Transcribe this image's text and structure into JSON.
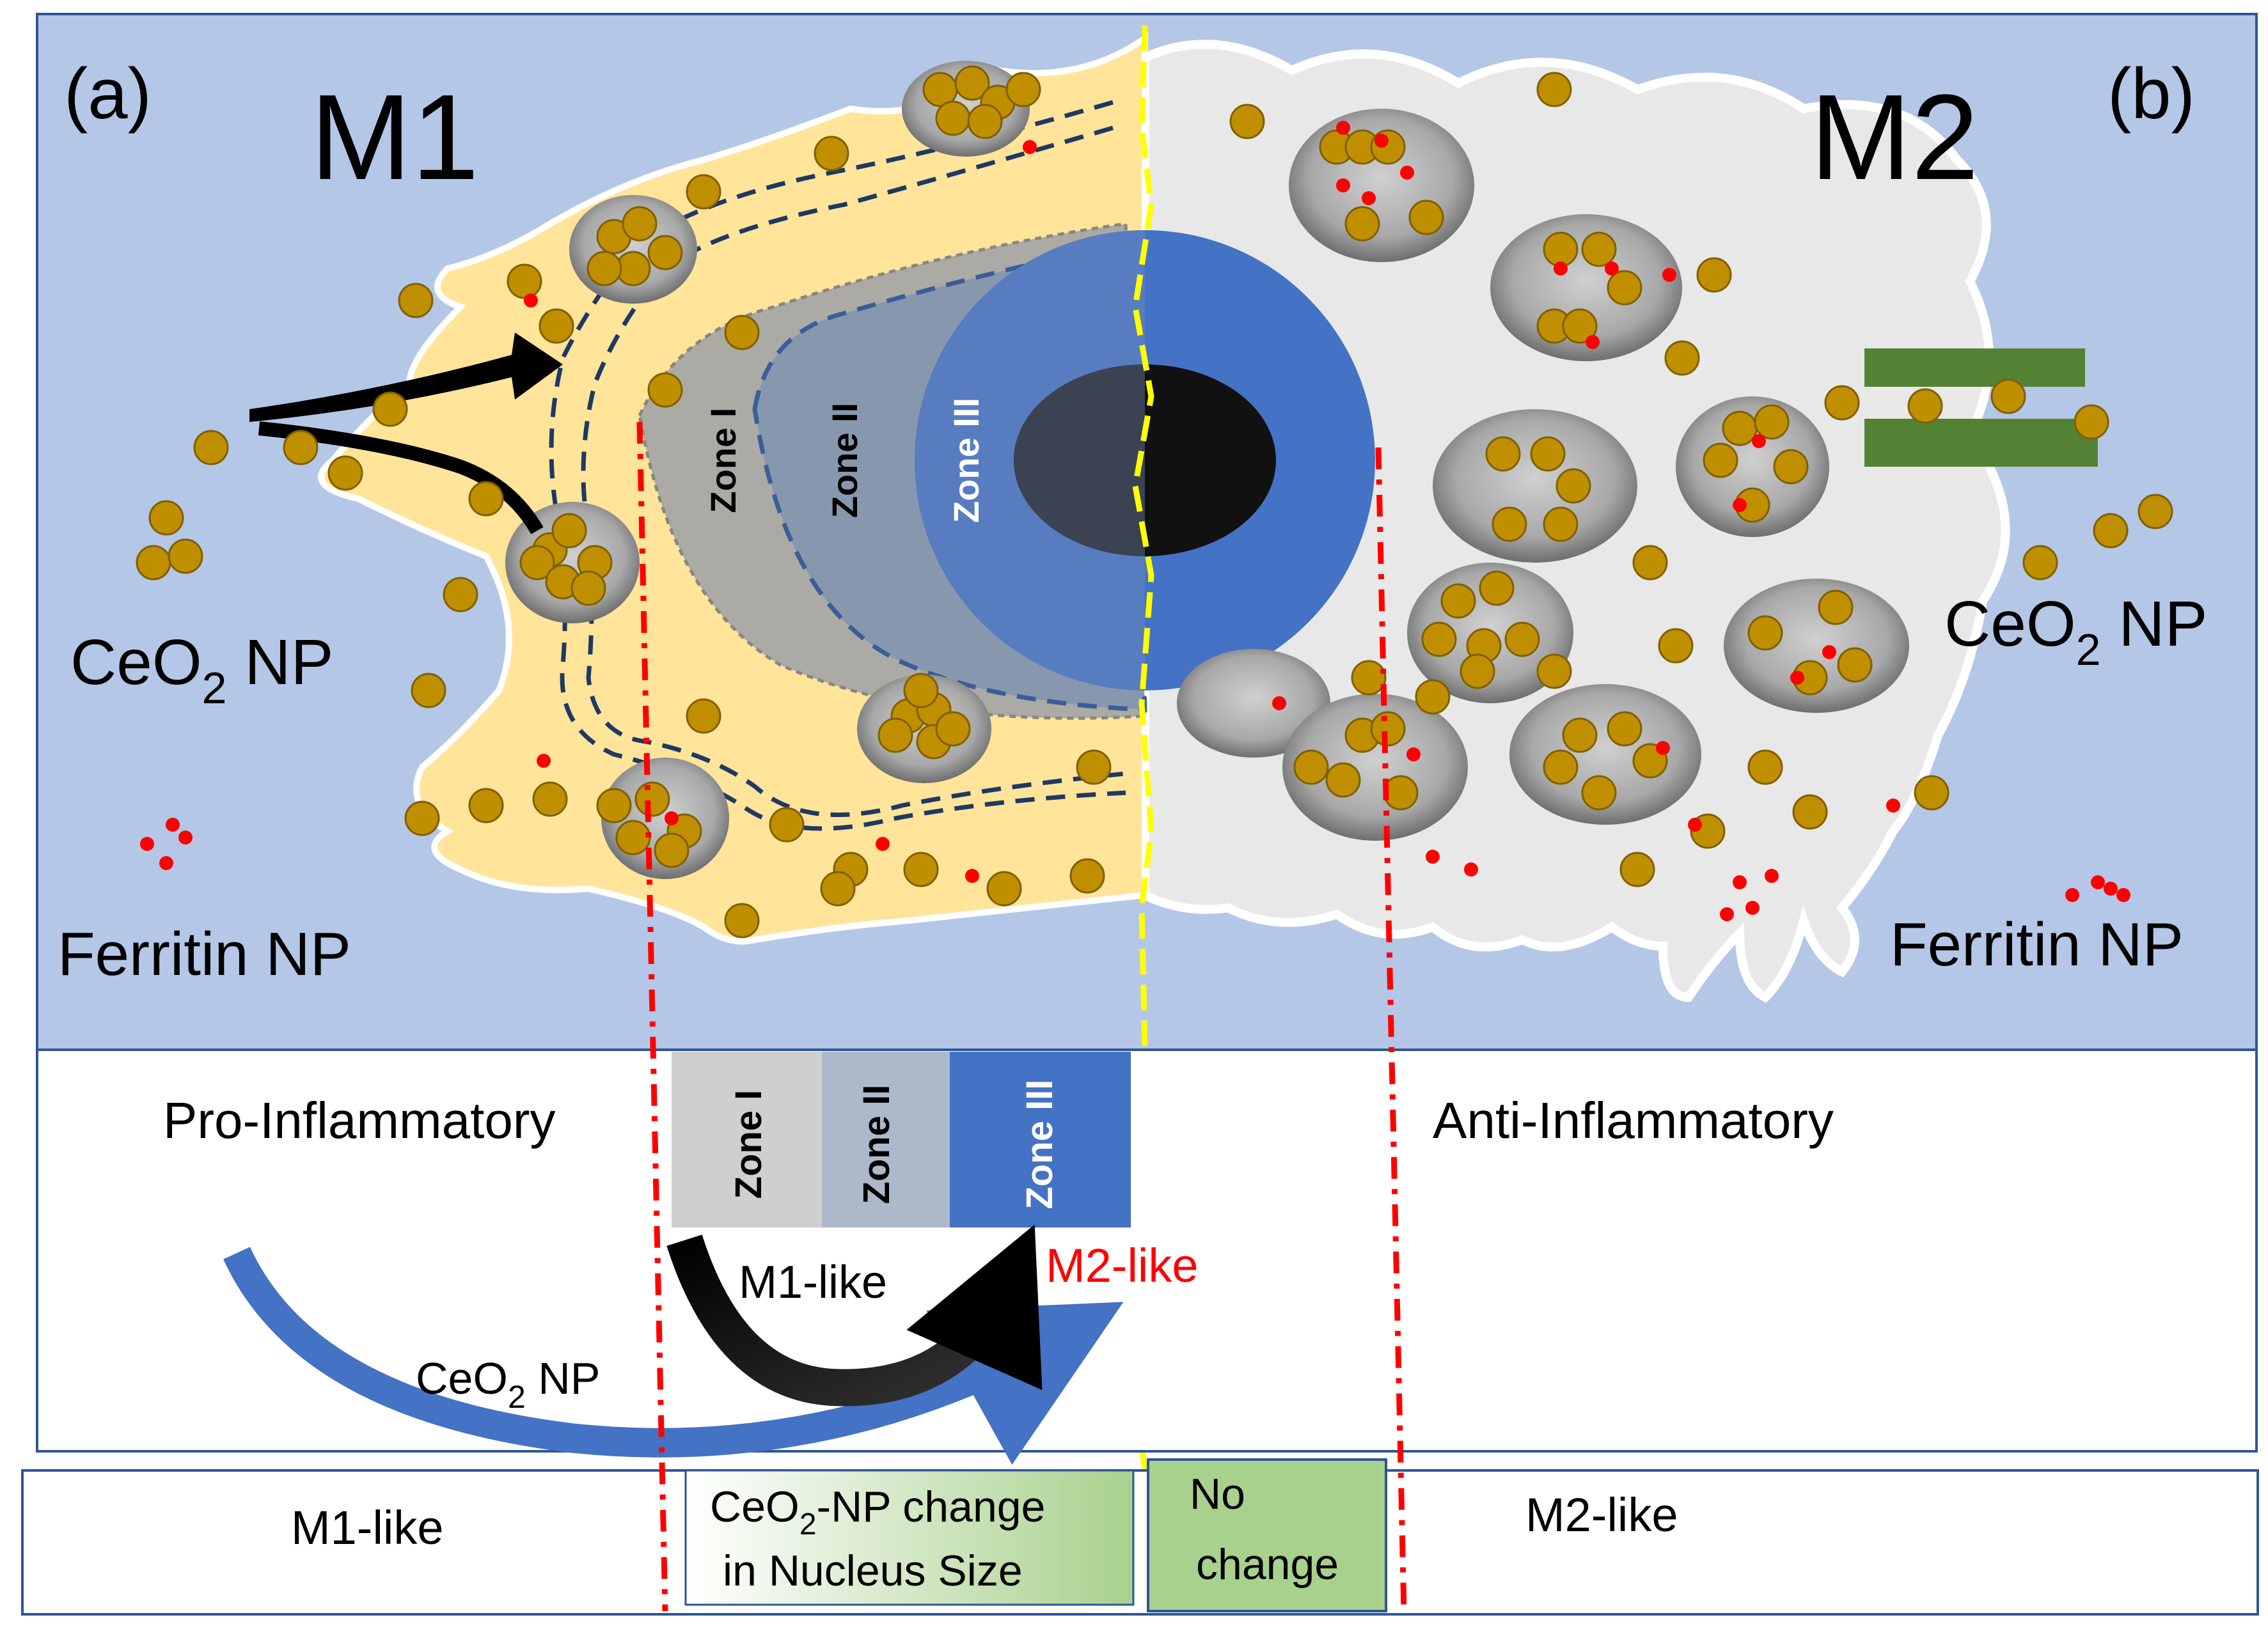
{
  "panel_labels": {
    "a": "(a)",
    "b": "(b)"
  },
  "cells": {
    "m1": "M1",
    "m2": "M2"
  },
  "particles": {
    "ceo2_left_base": "CeO",
    "ceo2_left_sub": "2",
    "ceo2_left_np": " NP",
    "ceo2_right_base": "CeO",
    "ceo2_right_sub": "2",
    "ceo2_right_np": " NP",
    "ferritin_left": "Ferritin NP",
    "ferritin_right": "Ferritin NP"
  },
  "zones": {
    "zone1": "Zone I",
    "zone2": "Zone II",
    "zone3": "Zone III"
  },
  "middle_panel": {
    "pro_inflammatory": "Pro-Inflammatory",
    "anti_inflammatory": "Anti-Inflammatory",
    "zone1": "Zone I",
    "zone2": "Zone II",
    "zone3": "Zone III",
    "m1_like": "M1-like",
    "m2_like": "M2-like",
    "ceo2_base": "CeO",
    "ceo2_sub": "2",
    "ceo2_np": " NP"
  },
  "bottom_panel": {
    "m1_like": "M1-like",
    "m2_like": "M2-like",
    "change_line1_base": "CeO",
    "change_line1_sub": "2",
    "change_line1_rest": "-NP change",
    "change_line2": "in Nucleus Size",
    "no_change_line1": "No",
    "no_change_line2": "change"
  },
  "colors": {
    "background_blue": "#b4c7e7",
    "m1_cytoplasm": "#ffe49a",
    "m2_cytoplasm": "#e8e8e8",
    "nanoparticle": "#bf8f00",
    "ferritin": "#ff0000",
    "zone3_blue": "#4472c4",
    "no_change_green": "#a9d18e",
    "receptor_green": "#548235"
  }
}
